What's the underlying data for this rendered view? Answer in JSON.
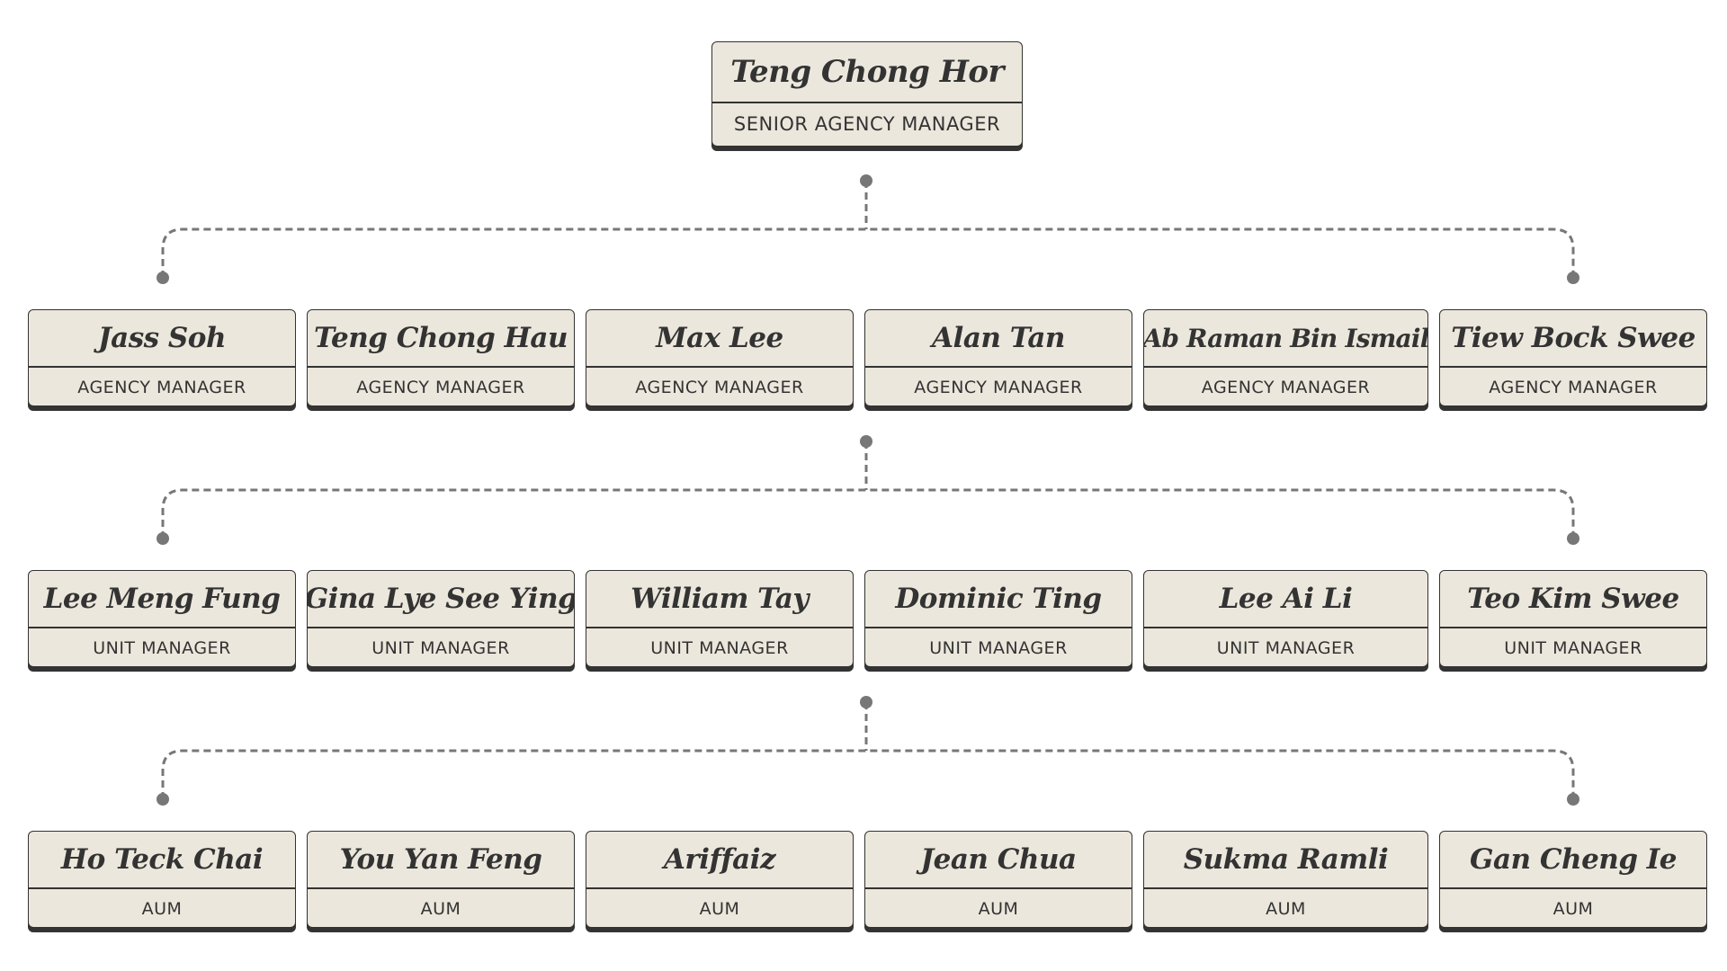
{
  "root": {
    "name": "Teng Chong Hor",
    "role": "SENIOR AGENCY MANAGER"
  },
  "levels": [
    {
      "members": [
        {
          "name": "Jass Soh",
          "role": "AGENCY MANAGER"
        },
        {
          "name": "Teng Chong Hau",
          "role": "AGENCY MANAGER"
        },
        {
          "name": "Max Lee",
          "role": "AGENCY MANAGER"
        },
        {
          "name": "Alan Tan",
          "role": "AGENCY MANAGER"
        },
        {
          "name": "Ab Raman Bin Ismail",
          "role": "AGENCY MANAGER"
        },
        {
          "name": "Tiew Bock Swee",
          "role": "AGENCY MANAGER"
        }
      ]
    },
    {
      "members": [
        {
          "name": "Lee Meng Fung",
          "role": "UNIT MANAGER"
        },
        {
          "name": "Gina Lye See Ying",
          "role": "UNIT MANAGER"
        },
        {
          "name": "William Tay",
          "role": "UNIT MANAGER"
        },
        {
          "name": "Dominic Ting",
          "role": "UNIT MANAGER"
        },
        {
          "name": "Lee Ai Li",
          "role": "UNIT MANAGER"
        },
        {
          "name": "Teo Kim Swee",
          "role": "UNIT MANAGER"
        }
      ]
    },
    {
      "members": [
        {
          "name": "Ho Teck Chai",
          "role": "AUM"
        },
        {
          "name": "You Yan Feng",
          "role": "AUM"
        },
        {
          "name": "Ariffaiz",
          "role": "AUM"
        },
        {
          "name": "Jean Chua",
          "role": "AUM"
        },
        {
          "name": "Sukma Ramli",
          "role": "AUM"
        },
        {
          "name": "Gan Cheng Ie",
          "role": "AUM"
        }
      ]
    }
  ],
  "colors": {
    "card_background": "#ece7dc",
    "card_border": "#333333",
    "connector": "#777777"
  }
}
